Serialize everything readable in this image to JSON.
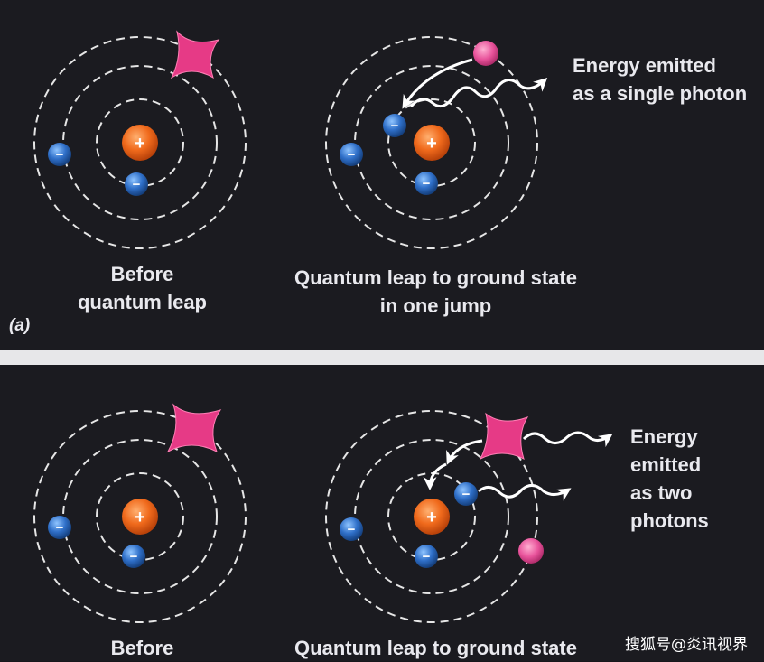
{
  "panel_a": {
    "tag": "(a)",
    "before_caption": [
      "Before",
      "quantum leap"
    ],
    "after_caption": [
      "Quantum leap to ground state",
      "in one jump"
    ],
    "energy_note": [
      "Energy emitted",
      "as a single photon"
    ]
  },
  "panel_b": {
    "before_caption": [
      "Before"
    ],
    "after_caption": [
      "Quantum leap to ground state"
    ],
    "energy_note": [
      "Energy",
      "emitted",
      "as two",
      "photons"
    ]
  },
  "watermark": "搜狐号@炎讯视界",
  "symbols": {
    "nucleus": "+",
    "electron": "−"
  },
  "colors": {
    "background": "#1b1b20",
    "nucleus": "#f06a1c",
    "electron": "#2f6fc8",
    "excited_electron": "#e8539b",
    "photon_burst": "#e63a86",
    "orbit": "#e6e6e6"
  }
}
